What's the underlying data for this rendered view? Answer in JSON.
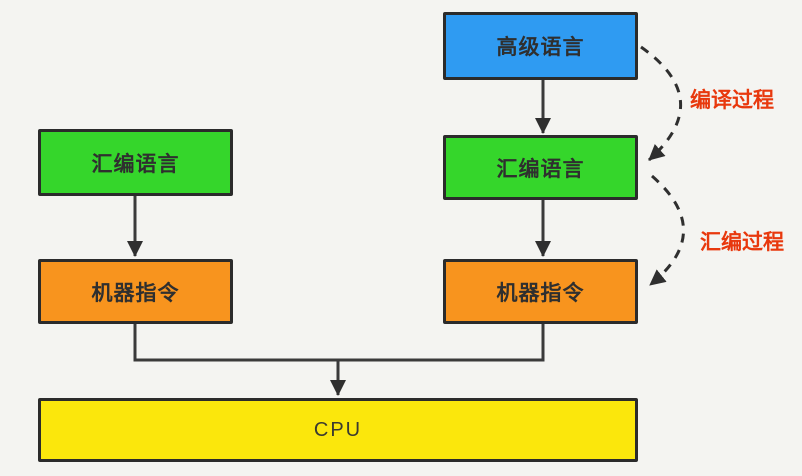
{
  "diagram": {
    "nodes": [
      {
        "id": "high-level-language",
        "label": "高级语言",
        "color": "#2f9bf2"
      },
      {
        "id": "assembly-language-left",
        "label": "汇编语言",
        "color": "#35d62b"
      },
      {
        "id": "assembly-language-right",
        "label": "汇编语言",
        "color": "#35d62b"
      },
      {
        "id": "machine-instructions-left",
        "label": "机器指令",
        "color": "#f8941e"
      },
      {
        "id": "machine-instructions-right",
        "label": "机器指令",
        "color": "#f8941e"
      },
      {
        "id": "cpu",
        "label": "CPU",
        "color": "#fbe70c"
      }
    ],
    "annotations": [
      {
        "id": "compile-process",
        "label": "编译过程",
        "color": "#e8380d"
      },
      {
        "id": "assemble-process",
        "label": "汇编过程",
        "color": "#e8380d"
      }
    ],
    "colors": {
      "background": "#f4f4f1",
      "node_border": "#2b2b2b",
      "connector": "#3a3a3a",
      "arrowhead": "#2f2f2f",
      "process_label_red": "#e8380d"
    }
  }
}
